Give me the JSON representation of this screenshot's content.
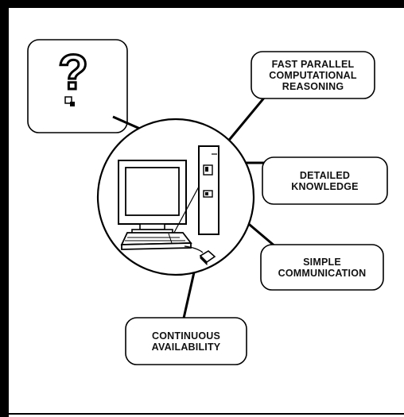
{
  "question_box": {
    "glyph": "?",
    "icon": "question-mark-icon"
  },
  "labels": {
    "fast_parallel": [
      "FAST PARALLEL",
      "COMPUTATIONAL",
      "REASONING"
    ],
    "detailed_knowledge": [
      "DETAILED",
      "KNOWLEDGE"
    ],
    "simple_communication": [
      "SIMPLE",
      "COMMUNICATION"
    ],
    "continuous_availability": [
      "CONTINUOUS",
      "AVAILABILITY"
    ]
  },
  "center_illustration": {
    "icons": [
      "computer-monitor-icon",
      "keyboard-icon",
      "mouse-icon",
      "tower-case-icon"
    ]
  },
  "colors": {
    "stroke": "#000000",
    "background": "#ffffff",
    "screen": "#ffffff"
  }
}
